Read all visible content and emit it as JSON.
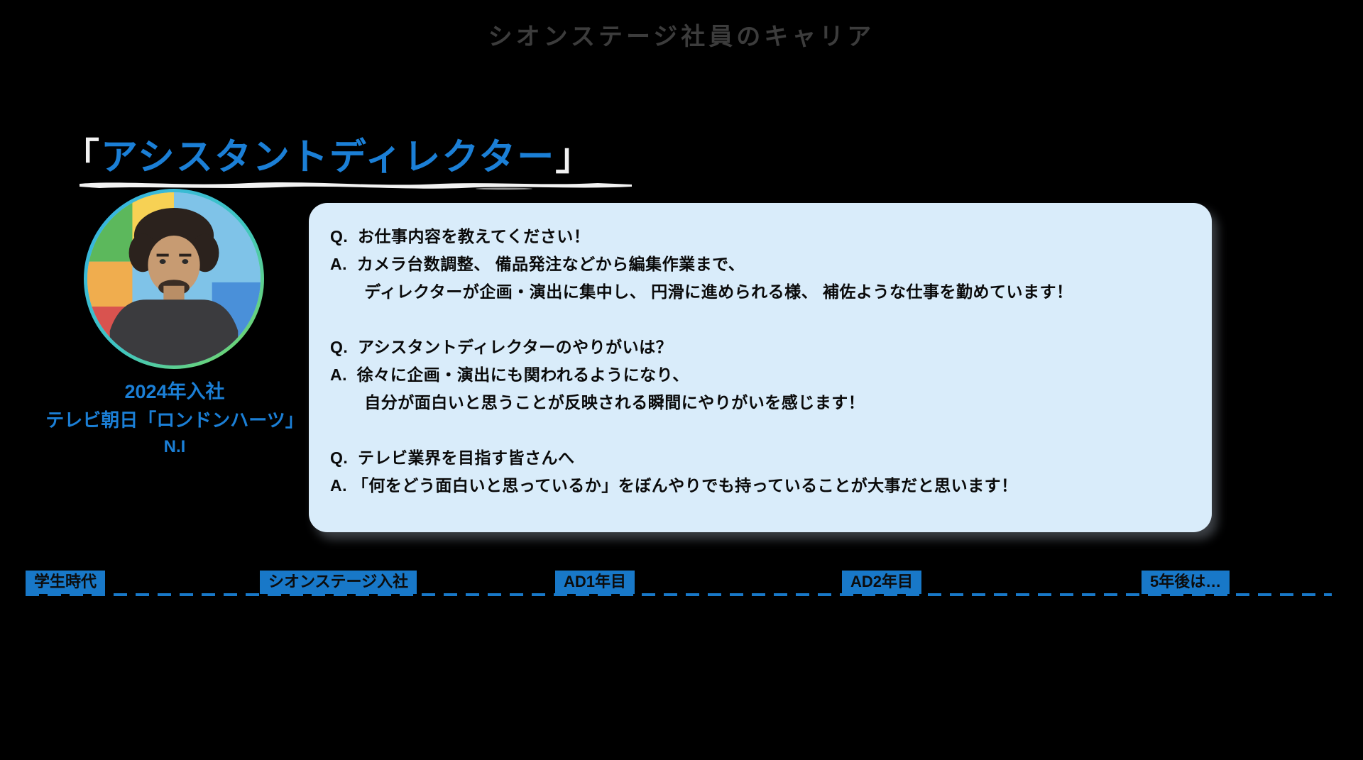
{
  "header": {
    "title": "シオンステージ社員のキャリア"
  },
  "profile": {
    "bracket_open": "「",
    "role": "アシスタントディレクター",
    "bracket_close": "」",
    "join_year": "2024年入社",
    "credit": "テレビ朝日「ロンドンハーツ」",
    "initials": "N.I"
  },
  "qa": {
    "items": [
      {
        "q": "Q.  お仕事内容を教えてください！",
        "a1": "A.  カメラ台数調整、 備品発注などから編集作業まで、",
        "a2": "ディレクターが企画・演出に集中し、 円滑に進められる様、 補佐ような仕事を勤めています！"
      },
      {
        "q": "Q.  アシスタントディレクターのやりがいは？",
        "a1": "A.  徐々に企画・演出にも関われるようになり、",
        "a2": "自分が面白いと思うことが反映される瞬間にやりがいを感じます！"
      },
      {
        "q": "Q.  テレビ業界を目指す皆さんへ",
        "a1": "A. 「何をどう面白いと思っているか」をぼんやりでも持っていることが大事だと思います！"
      }
    ]
  },
  "timeline": {
    "stages": [
      "学生時代",
      "シオンステージ入社",
      "AD1年目",
      "AD2年目",
      "5年後は…"
    ]
  },
  "colors": {
    "background": "#000000",
    "header_text": "#3c3c3c",
    "accent_blue": "#1b7fd6",
    "qa_box_bg": "#d9ecfa",
    "stage_label_bg": "#1878c8",
    "brush_white": "#f2f2f2"
  }
}
